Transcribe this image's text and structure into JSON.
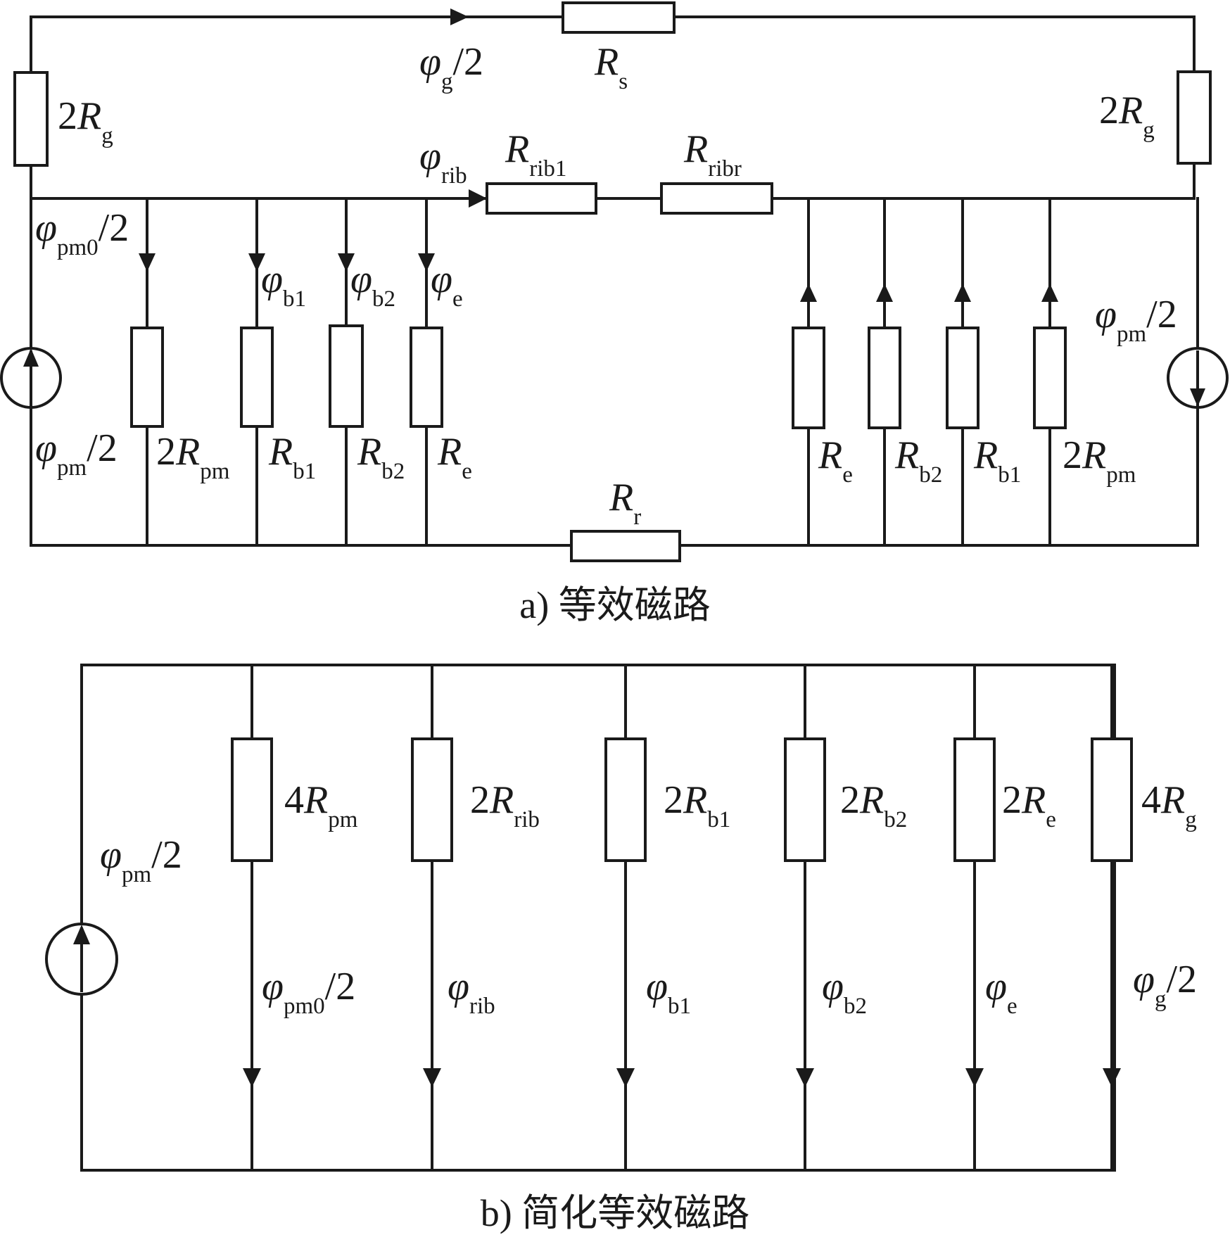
{
  "circuit_a": {
    "caption": "a) 等效磁路",
    "labels": {
      "phi_g_half": {
        "sym": "φ",
        "sub": "g",
        "suffix": "/2"
      },
      "R_s": {
        "sym": "R",
        "sub": "s"
      },
      "two_R_g_left": {
        "prefix": "2",
        "sym": "R",
        "sub": "g"
      },
      "two_R_g_right": {
        "prefix": "2",
        "sym": "R",
        "sub": "g"
      },
      "phi_rib": {
        "sym": "φ",
        "sub": "rib"
      },
      "R_rib1": {
        "sym": "R",
        "sub": "rib1"
      },
      "R_ribr": {
        "sym": "R",
        "sub": "ribr"
      },
      "phi_pm0_half": {
        "sym": "φ",
        "sub": "pm0",
        "suffix": "/2"
      },
      "phi_b1": {
        "sym": "φ",
        "sub": "b1"
      },
      "phi_b2": {
        "sym": "φ",
        "sub": "b2"
      },
      "phi_e": {
        "sym": "φ",
        "sub": "e"
      },
      "phi_pm_half_left": {
        "sym": "φ",
        "sub": "pm",
        "suffix": "/2"
      },
      "phi_pm_half_right": {
        "sym": "φ",
        "sub": "pm",
        "suffix": "/2"
      },
      "two_R_pm_left": {
        "prefix": "2",
        "sym": "R",
        "sub": "pm"
      },
      "R_b1_left": {
        "sym": "R",
        "sub": "b1"
      },
      "R_b2_left": {
        "sym": "R",
        "sub": "b2"
      },
      "R_e_left": {
        "sym": "R",
        "sub": "e"
      },
      "R_r": {
        "sym": "R",
        "sub": "r"
      },
      "R_e_right": {
        "sym": "R",
        "sub": "e"
      },
      "R_b2_right": {
        "sym": "R",
        "sub": "b2"
      },
      "R_b1_right": {
        "sym": "R",
        "sub": "b1"
      },
      "two_R_pm_right": {
        "prefix": "2",
        "sym": "R",
        "sub": "pm"
      }
    }
  },
  "circuit_b": {
    "caption": "b) 简化等效磁路",
    "labels": {
      "phi_pm_half": {
        "sym": "φ",
        "sub": "pm",
        "suffix": "/2"
      },
      "four_R_pm": {
        "prefix": "4",
        "sym": "R",
        "sub": "pm"
      },
      "two_R_rib": {
        "prefix": "2",
        "sym": "R",
        "sub": "rib"
      },
      "two_R_b1": {
        "prefix": "2",
        "sym": "R",
        "sub": "b1"
      },
      "two_R_b2": {
        "prefix": "2",
        "sym": "R",
        "sub": "b2"
      },
      "two_R_e": {
        "prefix": "2",
        "sym": "R",
        "sub": "e"
      },
      "four_R_g": {
        "prefix": "4",
        "sym": "R",
        "sub": "g"
      },
      "phi_pm0_half": {
        "sym": "φ",
        "sub": "pm0",
        "suffix": "/2"
      },
      "phi_rib": {
        "sym": "φ",
        "sub": "rib"
      },
      "phi_b1": {
        "sym": "φ",
        "sub": "b1"
      },
      "phi_b2": {
        "sym": "φ",
        "sub": "b2"
      },
      "phi_e": {
        "sym": "φ",
        "sub": "e"
      },
      "phi_g_half": {
        "sym": "φ",
        "sub": "g",
        "suffix": "/2"
      }
    }
  }
}
